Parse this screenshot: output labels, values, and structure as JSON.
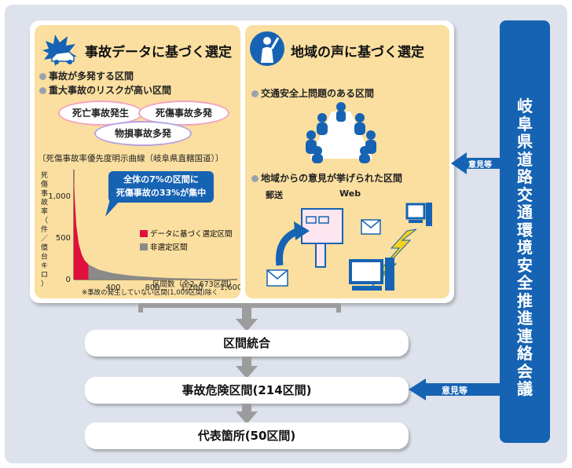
{
  "left_panel": {
    "title": "事故データに基づく選定",
    "bullets": [
      "事故が多発する区間",
      "重大事故のリスクが高い区間"
    ],
    "ovals": [
      "死亡事故発生",
      "死傷事故多発",
      "物損事故多発"
    ]
  },
  "right_panel": {
    "title": "地域の声に基づく選定",
    "bullet1": "交通安全上問題のある区間",
    "bullet2": "地域からの意見が挙げられた区間",
    "mail_label": "郵送",
    "web_label": "Web"
  },
  "chart_data": {
    "type": "area",
    "title": "〔死傷事故率優先度明示曲線（岐阜県直轄国道）〕",
    "ylabel": "死傷事故率（件／億台キロ）",
    "xlabel": "区間数（全2, 673区間）",
    "footnote": "※事故の発生していない区間(1,009区間)除く",
    "yticks": [
      "0",
      "500",
      "1,000"
    ],
    "xticks": [
      "400",
      "800",
      "1,200",
      "1,600"
    ],
    "ylim": [
      0,
      1300
    ],
    "xlim": [
      0,
      1664
    ],
    "callout": [
      "全体の7%の区間に",
      "死傷事故の33%が集中"
    ],
    "legend": "right",
    "series": [
      {
        "name": "データに基づく選定区間",
        "color": "#e0103c",
        "x": [
          0,
          10,
          25,
          50,
          80,
          110,
          150
        ],
        "y": [
          1250,
          950,
          650,
          430,
          300,
          230,
          180
        ]
      },
      {
        "name": "非選定区間",
        "color": "#8a8a8a",
        "x": [
          150,
          250,
          400,
          600,
          800,
          1000,
          1300,
          1600
        ],
        "y": [
          180,
          120,
          75,
          45,
          28,
          18,
          10,
          4
        ]
      }
    ]
  },
  "council": {
    "name": "岐阜県道路交通環境安全推進連絡会議"
  },
  "arrows": {
    "opinion_top": "意見等",
    "opinion_bottom": "意見等"
  },
  "flow": {
    "step1": "区間統合",
    "step2": "事故危険区間(214区間)",
    "step3": "代表箇所(50区間)"
  },
  "colors": {
    "panel": "#fbdfa0",
    "council": "#1663b3",
    "background": "#dde2ec",
    "connector": "#9c9c9c"
  }
}
